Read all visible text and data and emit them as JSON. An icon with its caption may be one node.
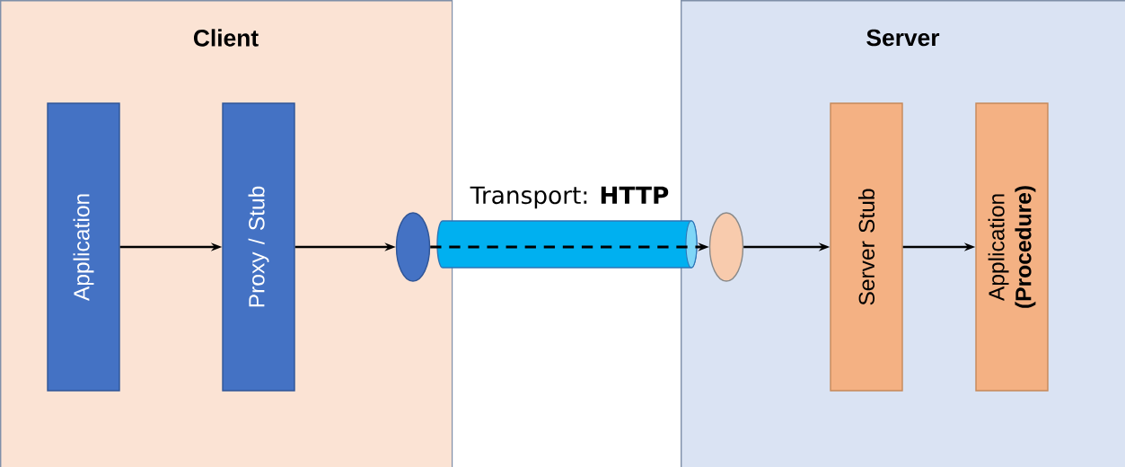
{
  "diagram": {
    "nodes": [
      {
        "text": [
          "Client"
        ]
      },
      {
        "text": [
          "Application"
        ],
        "in": 0
      },
      {
        "text": [
          "Proxy / Stub"
        ],
        "in": 0
      },
      {
        "text": [],
        "shape": "circle",
        "in": 0
      },
      {
        "text": [
          "Server"
        ]
      },
      {
        "text": [],
        "shape": "circle",
        "in": 4
      },
      {
        "text": [
          "Server Stub"
        ],
        "in": 4
      },
      {
        "text": [
          "Application **(Procedure)**"
        ],
        "in": 4
      }
    ],
    "edges": [
      {
        "from": 1,
        "to": 2,
        "arrow": "to"
      },
      {
        "from": 2,
        "to": 3,
        "arrow": "to"
      },
      {
        "from": 3,
        "to": 5,
        "arrow": "to",
        "style": "dashed",
        "label": "Transport: **HTTP**"
      },
      {
        "from": 5,
        "to": 6,
        "arrow": "to"
      },
      {
        "from": 6,
        "to": 7,
        "arrow": "to"
      }
    ]
  }
}
